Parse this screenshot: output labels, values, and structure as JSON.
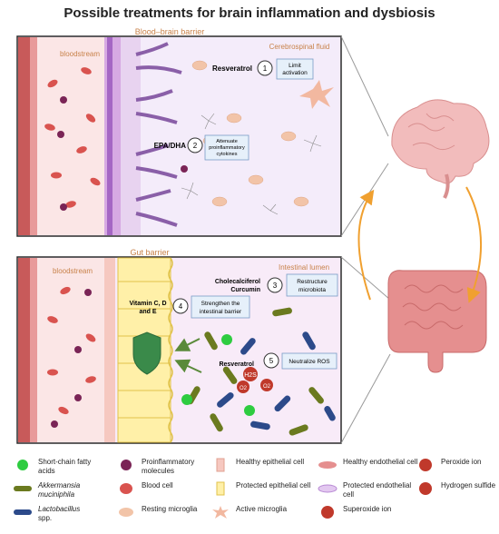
{
  "title": "Possible treatments for brain inflammation and dysbiosis",
  "brain_panel": {
    "bbb_label": "Blood–brain barrier",
    "bloodstream_label": "bloodstream",
    "csf_label": "Cerebrospinal fluid",
    "treatments": [
      {
        "name": "Resveratrol",
        "number": "1",
        "effect_lines": [
          "Limit",
          "activation"
        ]
      },
      {
        "name": "EPA/DHA",
        "number": "2",
        "effect_lines": [
          "Attenuate",
          "proinflammatory",
          "cytokines"
        ]
      }
    ]
  },
  "gut_panel": {
    "barrier_label": "Gut barrier",
    "bloodstream_label": "bloodstream",
    "lumen_label": "Intestinal lumen",
    "treatments": [
      {
        "name_lines": [
          "Cholecalciferol",
          "Curcumin"
        ],
        "number": "3",
        "effect_lines": [
          "Restructure",
          "microbiota"
        ]
      },
      {
        "name_lines": [
          "Vitamin C, D",
          "and E"
        ],
        "number": "4",
        "effect_lines": [
          "Strengthen the",
          "intestinal barrier"
        ]
      },
      {
        "name_lines": [
          "Resveratrol"
        ],
        "number": "5",
        "effect_lines": [
          "Neutralize ROS"
        ]
      }
    ],
    "molecules": {
      "h2s": "H2S",
      "o2": "O2"
    }
  },
  "legend": [
    {
      "icon": "scfa-dot-icon",
      "lines": [
        "Short-chain fatty",
        "acids"
      ]
    },
    {
      "icon": "proinflammatory-molecule-icon",
      "lines": [
        "Proinflammatory",
        "molecules"
      ]
    },
    {
      "icon": "healthy-epithelial-cell-icon",
      "lines": [
        "Healthy epithelial cell"
      ]
    },
    {
      "icon": "healthy-endothelial-cell-icon",
      "lines": [
        "Healthy endothelial cell"
      ]
    },
    {
      "icon": "peroxide-ion-icon",
      "lines": [
        "Peroxide ion"
      ]
    },
    {
      "icon": "akkermansia-icon",
      "lines": [
        "Akkermansia",
        "muciniphila"
      ],
      "italic": true
    },
    {
      "icon": "blood-cell-icon",
      "lines": [
        "Blood cell"
      ]
    },
    {
      "icon": "protected-epithelial-cell-icon",
      "lines": [
        "Protected epithelial cell"
      ]
    },
    {
      "icon": "protected-endothelial-cell-icon",
      "lines": [
        "Protected endothelial",
        "cell"
      ]
    },
    {
      "icon": "hydrogen-sulfide-icon",
      "lines": [
        "Hydrogen sulfide"
      ]
    },
    {
      "icon": "lactobacillus-icon",
      "lines": [
        "Lactobacillus",
        "spp."
      ],
      "italic_first": true
    },
    {
      "icon": "resting-microglia-icon",
      "lines": [
        "Resting microglia"
      ]
    },
    {
      "icon": "active-microglia-icon",
      "lines": [
        "Active microglia"
      ]
    },
    {
      "icon": "superoxide-ion-icon",
      "lines": [
        "Superoxide ion"
      ]
    }
  ],
  "colors": {
    "panel_border": "#2b2b2b",
    "lumen_bg": "#f4ecfa",
    "blood_bg": "#fbe6e6",
    "endothelium": "#8a5fa8",
    "scfa": "#2ecc40",
    "akkermansia": "#6b7a1f",
    "lactobacillus": "#2c4a8a",
    "blood_cell": "#d9534f",
    "proinflammatory": "#7a2456",
    "label_orange": "#c8824a",
    "arrow_orange": "#f0a030",
    "brain": "#f2bcbc",
    "intestine": "#e58f8f"
  }
}
